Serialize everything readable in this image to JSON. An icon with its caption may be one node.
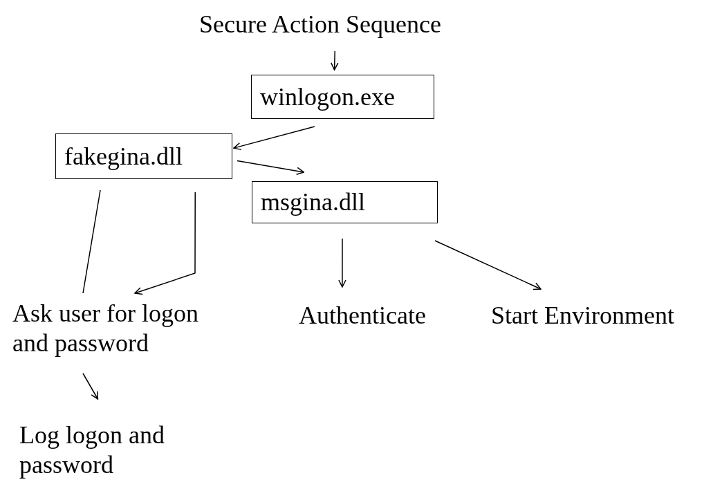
{
  "diagram": {
    "nodes": [
      {
        "text": [
          "Secure Action Sequence"
        ]
      },
      {
        "text": [
          "winlogon.exe"
        ]
      },
      {
        "text": [
          "fakegina.dll"
        ]
      },
      {
        "text": [
          "msgina.dll"
        ]
      },
      {
        "text": [
          "Ask user for logon and password"
        ]
      },
      {
        "text": [
          "Authenticate"
        ]
      },
      {
        "text": [
          "Start Environment"
        ]
      },
      {
        "text": [
          "Log logon and password"
        ]
      }
    ],
    "edges": [
      {
        "from": 0,
        "to": 1,
        "arrow": "to"
      },
      {
        "from": 1,
        "to": 2,
        "arrow": "to"
      },
      {
        "from": 2,
        "to": 3,
        "arrow": "to"
      },
      {
        "from": 2,
        "to": 4,
        "arrow": "none"
      },
      {
        "from": 2,
        "to": 4,
        "arrow": "to"
      },
      {
        "from": 3,
        "to": 5,
        "arrow": "to"
      },
      {
        "from": 3,
        "to": 6,
        "arrow": "to"
      },
      {
        "from": 4,
        "to": 7,
        "arrow": "to"
      }
    ]
  }
}
